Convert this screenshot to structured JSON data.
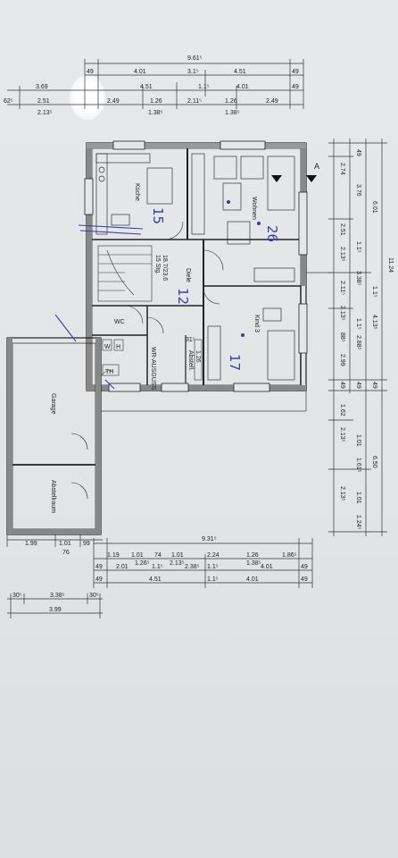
{
  "plan": {
    "overall_width": "9.61⁵",
    "top_row_1": [
      "49",
      "4.01",
      "3.1⁵",
      "4.51",
      "49"
    ],
    "top_row_2": [
      "3.69",
      "4.51",
      "1.1⁵",
      "4.01",
      "49"
    ],
    "top_row_3": [
      "62⁵",
      "2.51",
      "2.49",
      "1.26",
      "2.11⁵",
      "1.26",
      "2.49"
    ],
    "top_row_4": [
      "2.13⁵",
      "1.38⁵",
      "1.38⁵"
    ],
    "right_outer": "11.24",
    "right_mid": "6.01",
    "right_lower": "6.50",
    "right_inner_1": [
      "49",
      "2.74",
      "3.76",
      "2.51",
      "2.13⁵",
      "2.11⁵",
      "2.13⁵",
      "88⁵",
      "2.99",
      "49",
      "1.62",
      "2.13⁵",
      "2.13⁵"
    ],
    "right_inner_2": [
      "1.1⁵",
      "3.38⁵",
      "1.1⁵",
      "4.13⁵",
      "1.1⁵",
      "2.88⁵",
      "49",
      "1.01",
      "1.61⁵",
      "1.01",
      "1.24⁵"
    ],
    "bottom_dims_1": [
      "1.99",
      "1.01",
      "99",
      "76"
    ],
    "bottom_overall": "9.31⁵",
    "bottom_row_1": [
      "1.19",
      "1.01",
      "74",
      "1.01",
      "2.24",
      "1.26",
      "1.86⁵"
    ],
    "bottom_row_2": [
      "49",
      "2.01",
      "1.26⁵",
      "1.1⁵",
      "2.13⁵",
      "2.38⁵",
      "1.1⁵",
      "1.38⁵",
      "4.01",
      "49"
    ],
    "bottom_row_3": [
      "49",
      "4.51",
      "1.1⁵",
      "4.01",
      "49"
    ],
    "garage_dims": [
      "30⁵",
      "3.38⁵",
      "30⁵",
      "3.99"
    ],
    "section_marker": "A"
  },
  "rooms": {
    "kitchen": "Küche",
    "living": "Wohnen",
    "hall": "Diele",
    "stairs": "15 Stg.",
    "stairs_ratio": "18.7/23.6",
    "wc": "WC",
    "utility": "WR-AUSGUSS",
    "closet": "Abstell.",
    "closet_dim": "1.26",
    "child": "Kind 3",
    "garage": "Garage",
    "storage": "Abstellraum",
    "w_label": "W",
    "h_label": "H",
    "th_label": "TH",
    "small_dim": "31⁵"
  },
  "handwritten": {
    "kitchen_area": "15",
    "living_area": "26",
    "hall_area": "12",
    "child_area": "17"
  }
}
